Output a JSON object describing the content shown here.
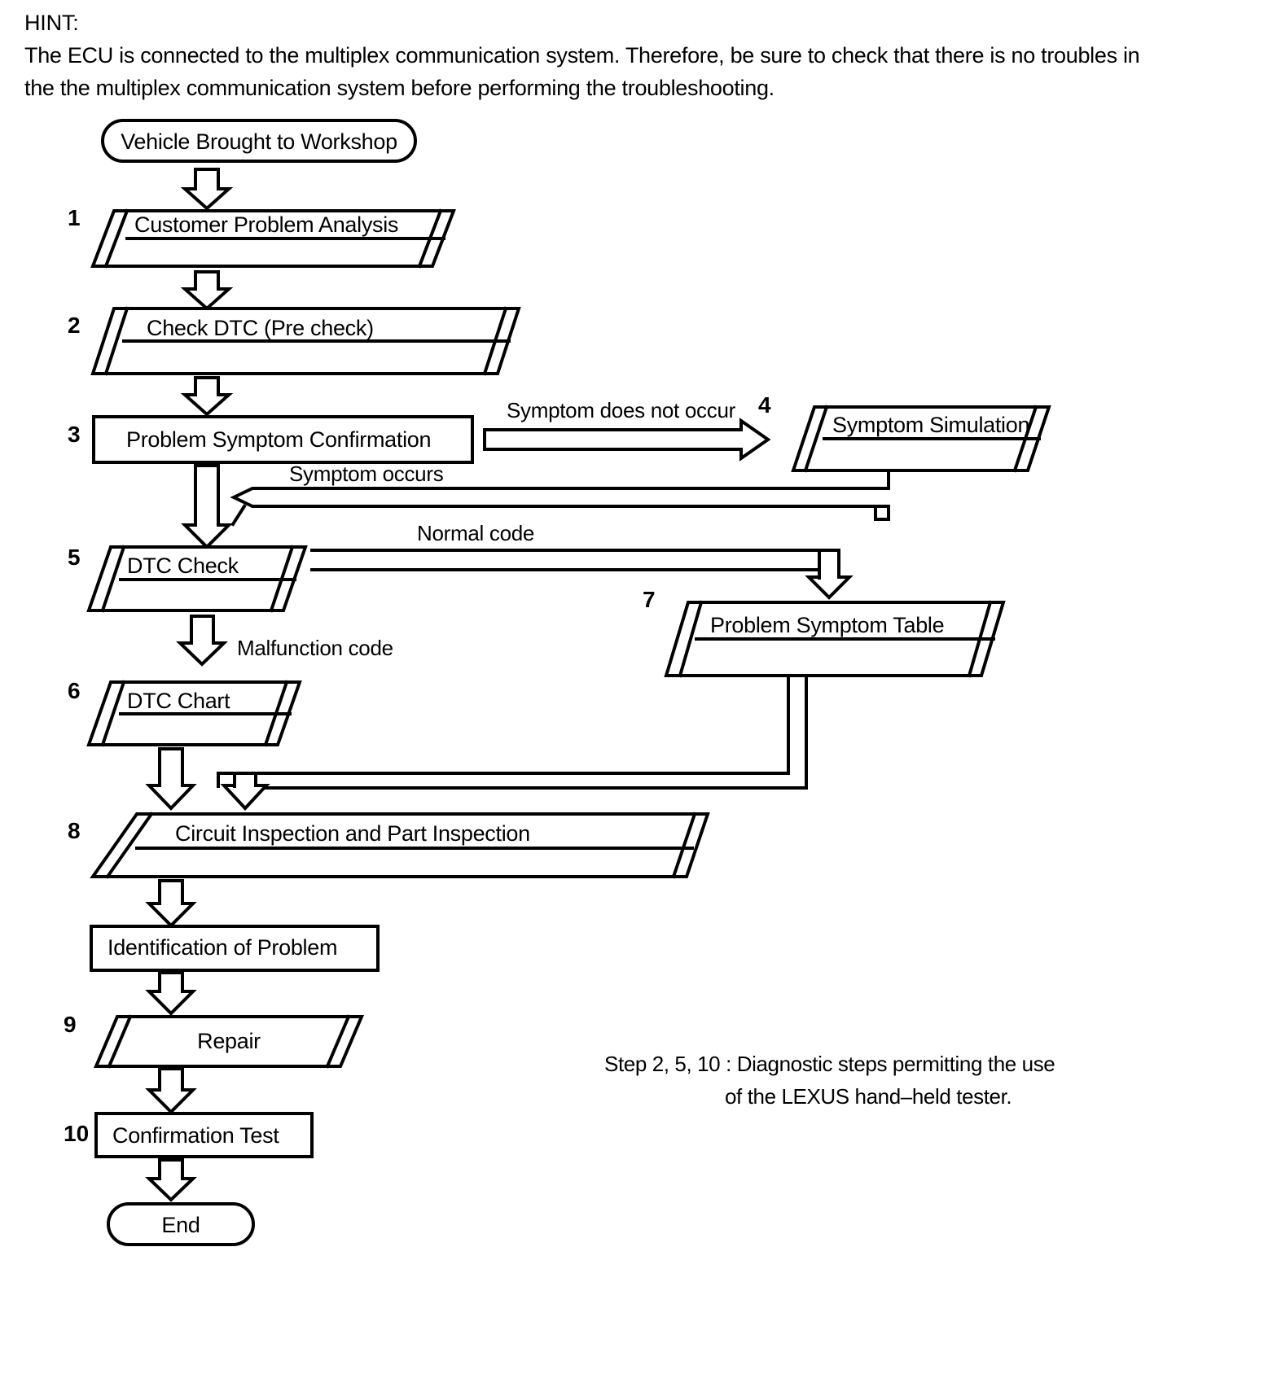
{
  "hint": {
    "label": "HINT:",
    "text": "The ECU is connected to the multiplex communication system. Therefore, be sure to check that there is no troubles in the the multiplex communication system before performing the troubleshooting."
  },
  "flowchart": {
    "type": "diagram",
    "title": "Troubleshooting Procedure Flowchart",
    "start_node": "Vehicle Brought to Workshop",
    "end_node": "End",
    "nodes": [
      {
        "num": "",
        "label": "Vehicle Brought to Workshop",
        "shape": "pill"
      },
      {
        "num": "1",
        "label": "Customer Problem Analysis",
        "shape": "parallelogram-stack"
      },
      {
        "num": "2",
        "label": "Check DTC (Pre check)",
        "shape": "parallelogram-stack"
      },
      {
        "num": "3",
        "label": "Problem Symptom Confirmation",
        "shape": "rectangle"
      },
      {
        "num": "4",
        "label": "Symptom Simulation",
        "shape": "parallelogram-stack"
      },
      {
        "num": "5",
        "label": "DTC Check",
        "shape": "parallelogram-stack"
      },
      {
        "num": "6",
        "label": "DTC Chart",
        "shape": "parallelogram-stack"
      },
      {
        "num": "7",
        "label": "Problem Symptom Table",
        "shape": "parallelogram-stack"
      },
      {
        "num": "8",
        "label": "Circuit Inspection and Part Inspection",
        "shape": "parallelogram-stack"
      },
      {
        "num": "",
        "label": "Identification of Problem",
        "shape": "rectangle"
      },
      {
        "num": "9",
        "label": "Repair",
        "shape": "parallelogram"
      },
      {
        "num": "10",
        "label": "Confirmation Test",
        "shape": "rectangle"
      },
      {
        "num": "",
        "label": "End",
        "shape": "pill"
      }
    ],
    "edge_labels": [
      {
        "id": "symptom-does-not-occur",
        "text": "Symptom does not occur"
      },
      {
        "id": "symptom-occurs",
        "text": "Symptom occurs"
      },
      {
        "id": "normal-code",
        "text": "Normal code"
      },
      {
        "id": "malfunction-code",
        "text": "Malfunction code"
      }
    ]
  },
  "footnote": {
    "line1": "Step 2, 5, 10 : Diagnostic steps permitting the use",
    "line2": "of the LEXUS hand–held tester."
  },
  "colors": {
    "ink": "#000000",
    "paper": "#ffffff"
  }
}
